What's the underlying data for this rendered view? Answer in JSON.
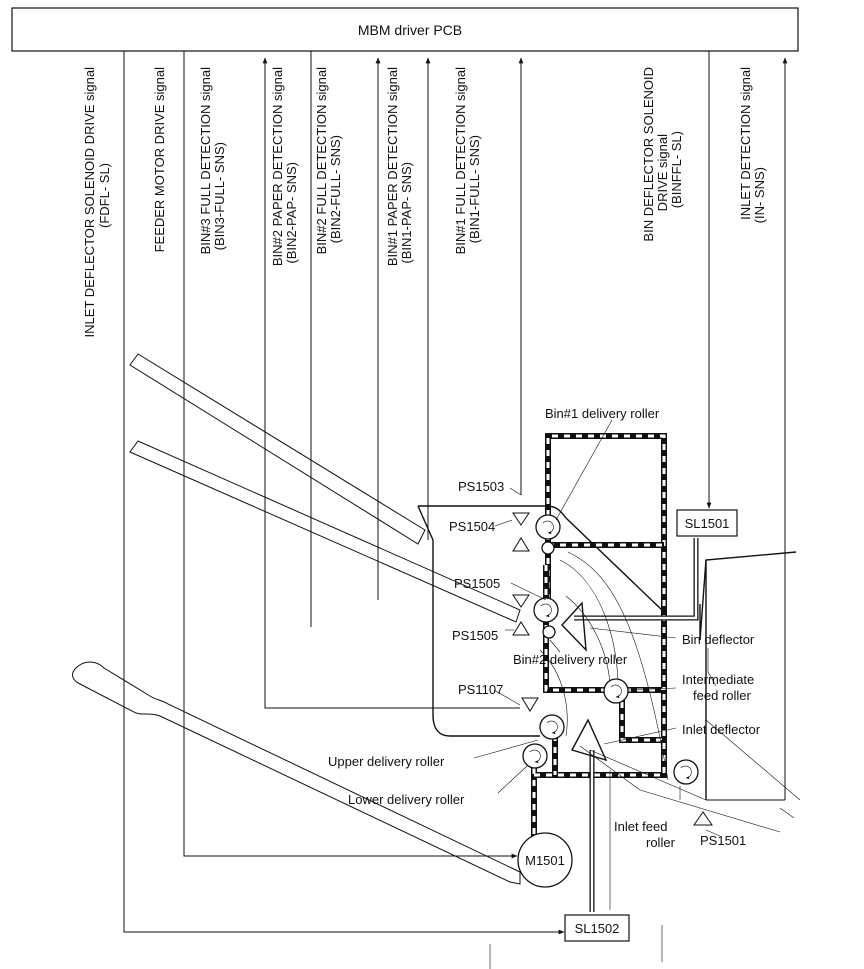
{
  "pcb": {
    "title": "MBM driver PCB"
  },
  "signals": [
    {
      "line1": "INLET DEFLECTOR SOLENOID DRIVE signal",
      "line2": "(FDFL- SL)"
    },
    {
      "line1": "FEEDER MOTOR DRIVE signal",
      "line2": ""
    },
    {
      "line1": "BIN#3 FULL DETECTION signal",
      "line2": "(BIN3-FULL- SNS)"
    },
    {
      "line1": "BIN#2 PAPER DETECTION signal",
      "line2": "(BIN2-PAP- SNS)"
    },
    {
      "line1": "BIN#2 FULL DETECTION signal",
      "line2": "(BIN2-FULL- SNS)"
    },
    {
      "line1": "BIN#1 PAPER DETECTION signal",
      "line2": "(BIN1-PAP- SNS)"
    },
    {
      "line1": "BIN#1 FULL DETECTION signal",
      "line2": "(BIN1-FULL- SNS)"
    },
    {
      "line1": "BIN DEFLECTOR SOLENOID",
      "line2": "DRIVE signal",
      "line3": "(BINFFL- SL)"
    },
    {
      "line1": "INLET DETECTION signal",
      "line2": "(IN- SNS)"
    }
  ],
  "sensors": {
    "ps1503": "PS1503",
    "ps1504": "PS1504",
    "ps1505_upper": "PS1505",
    "ps1505_lower": "PS1505",
    "ps1107": "PS1107",
    "ps1501": "PS1501"
  },
  "components": {
    "sl1501": "SL1501",
    "sl1502": "SL1502",
    "m1501": "M1501"
  },
  "labels": {
    "bin1_delivery_roller": "Bin#1 delivery roller",
    "bin_deflector": "Bin deflector",
    "bin2_delivery_roller": "Bin#2 delivery roller",
    "intermediate_feed_roller_1": "Intermediate",
    "intermediate_feed_roller_2": "feed roller",
    "inlet_deflector": "Inlet deflector",
    "upper_delivery_roller": "Upper delivery roller",
    "lower_delivery_roller": "Lower delivery roller",
    "inlet_feed_roller_1": "Inlet feed",
    "inlet_feed_roller_2": "roller"
  }
}
